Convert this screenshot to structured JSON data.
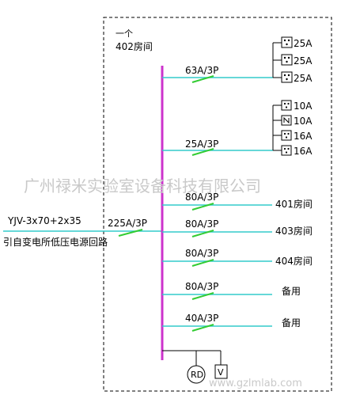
{
  "room": {
    "count": "一个",
    "name": "402房间"
  },
  "incoming": {
    "cable": "YJV-3x70+2x35",
    "desc": "引自变电所低压电源回路",
    "breaker": "225A/3P"
  },
  "branches": [
    {
      "breaker": "63A/3P",
      "load": ""
    },
    {
      "breaker": "25A/3P",
      "load": ""
    },
    {
      "breaker": "80A/3P",
      "load": "401房间"
    },
    {
      "breaker": "80A/3P",
      "load": "403房间"
    },
    {
      "breaker": "80A/3P",
      "load": "404房间"
    },
    {
      "breaker": "80A/3P",
      "load": "备用"
    },
    {
      "breaker": "40A/3P",
      "load": "备用"
    }
  ],
  "sockets_group1": [
    "25A",
    "25A",
    "25A"
  ],
  "sockets_group2": [
    "10A",
    "10A",
    "16A",
    "16A"
  ],
  "meters": {
    "rd": "RD",
    "v": "V"
  },
  "watermark": "广州禄米实验室设备科技有限公司",
  "website": "www.gzlmlab.com",
  "colors": {
    "bus": "#cc33cc",
    "feeder": "#33cccc",
    "line": "#000000"
  }
}
